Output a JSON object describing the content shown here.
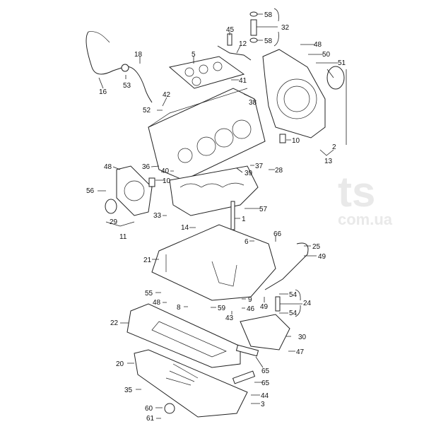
{
  "watermark": {
    "brand": "ts",
    "domain": "com.ua"
  },
  "labels": [
    "58",
    "32",
    "58",
    "45",
    "12",
    "48",
    "50",
    "51",
    "18",
    "5",
    "41",
    "53",
    "16",
    "42",
    "38",
    "52",
    "10",
    "2",
    "13",
    "36",
    "37",
    "40",
    "39",
    "28",
    "48",
    "10",
    "56",
    "57",
    "33",
    "1",
    "29",
    "11",
    "14",
    "6",
    "66",
    "25",
    "21",
    "49",
    "55",
    "9",
    "54",
    "48",
    "8",
    "59",
    "46",
    "49",
    "24",
    "43",
    "54",
    "22",
    "30",
    "47",
    "20",
    "65",
    "65",
    "35",
    "44",
    "60",
    "3",
    "61"
  ]
}
